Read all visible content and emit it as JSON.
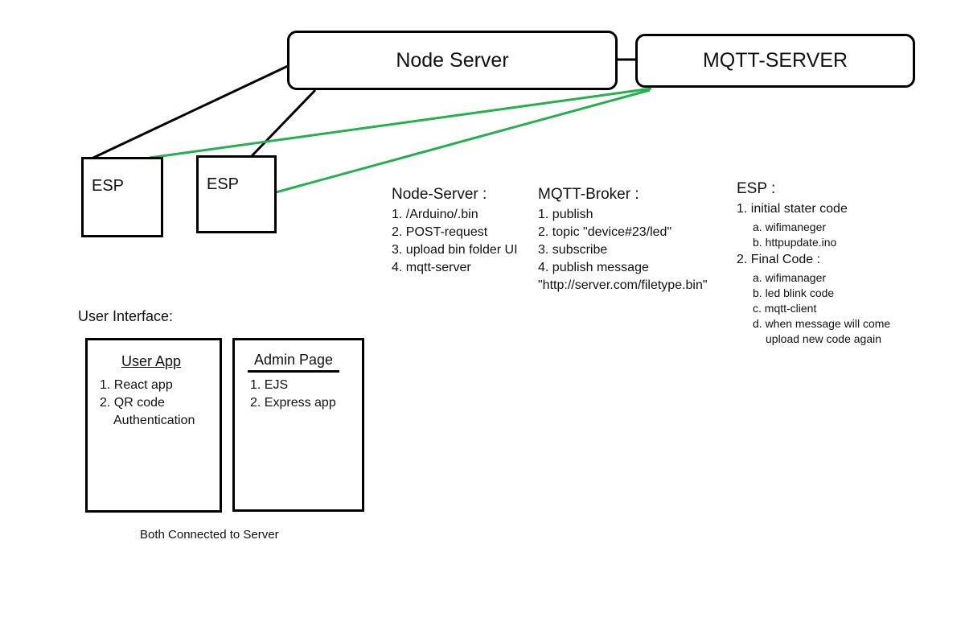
{
  "servers": {
    "node": "Node Server",
    "mqtt": "MQTT-SERVER"
  },
  "esp_nodes": [
    "ESP",
    "ESP"
  ],
  "node_server_notes": {
    "title": "Node-Server :",
    "items": [
      "1.  /Arduino/.bin",
      "2. POST-request",
      "3. upload bin folder UI",
      "4. mqtt-server"
    ]
  },
  "mqtt_broker_notes": {
    "title": "MQTT-Broker :",
    "items": [
      "1. publish",
      "2. topic \"device#23/led\"",
      "3. subscribe",
      "4. publish message",
      "\"http://server.com/filetype.bin\""
    ]
  },
  "esp_notes": {
    "title": "ESP :",
    "step1": "1. initial stater code",
    "step1_items": [
      "a. wifimaneger",
      "b. httpupdate.ino"
    ],
    "step2": "2. Final Code :",
    "step2_items": [
      "a. wifimanager",
      "b. led blink code",
      "c. mqtt-client",
      "d. when message will come",
      "upload new code again"
    ]
  },
  "user_interface": {
    "title": "User Interface:",
    "user_app": {
      "title": "User App",
      "items": [
        "1. React app",
        "2. QR code",
        "Authentication"
      ]
    },
    "admin_page": {
      "title": "Admin Page",
      "items": [
        "1. EJS",
        "2. Express app"
      ]
    },
    "caption": "Both Connected to Server"
  },
  "colors": {
    "line": "#000000",
    "mqtt_link": "#22b14c"
  }
}
